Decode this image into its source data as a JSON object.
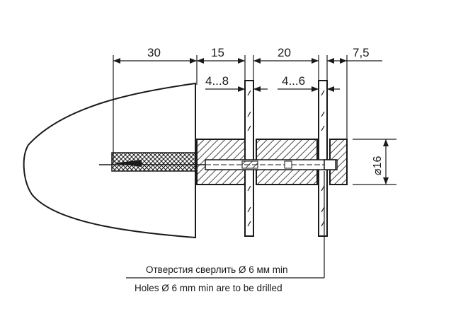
{
  "dimensions": {
    "d30": "30",
    "d15": "15",
    "d20": "20",
    "d7_5": "7,5",
    "r4_8": "4...8",
    "r4_6": "4...6",
    "dia16": "⌀16"
  },
  "notes": {
    "ru": "Отверстия сверлить Ø 6 мм min",
    "en": "Holes Ø 6 mm min are to be drilled"
  },
  "colors": {
    "line": "#1a1a1a",
    "hatch": "#1a1a1a",
    "background": "#ffffff"
  }
}
